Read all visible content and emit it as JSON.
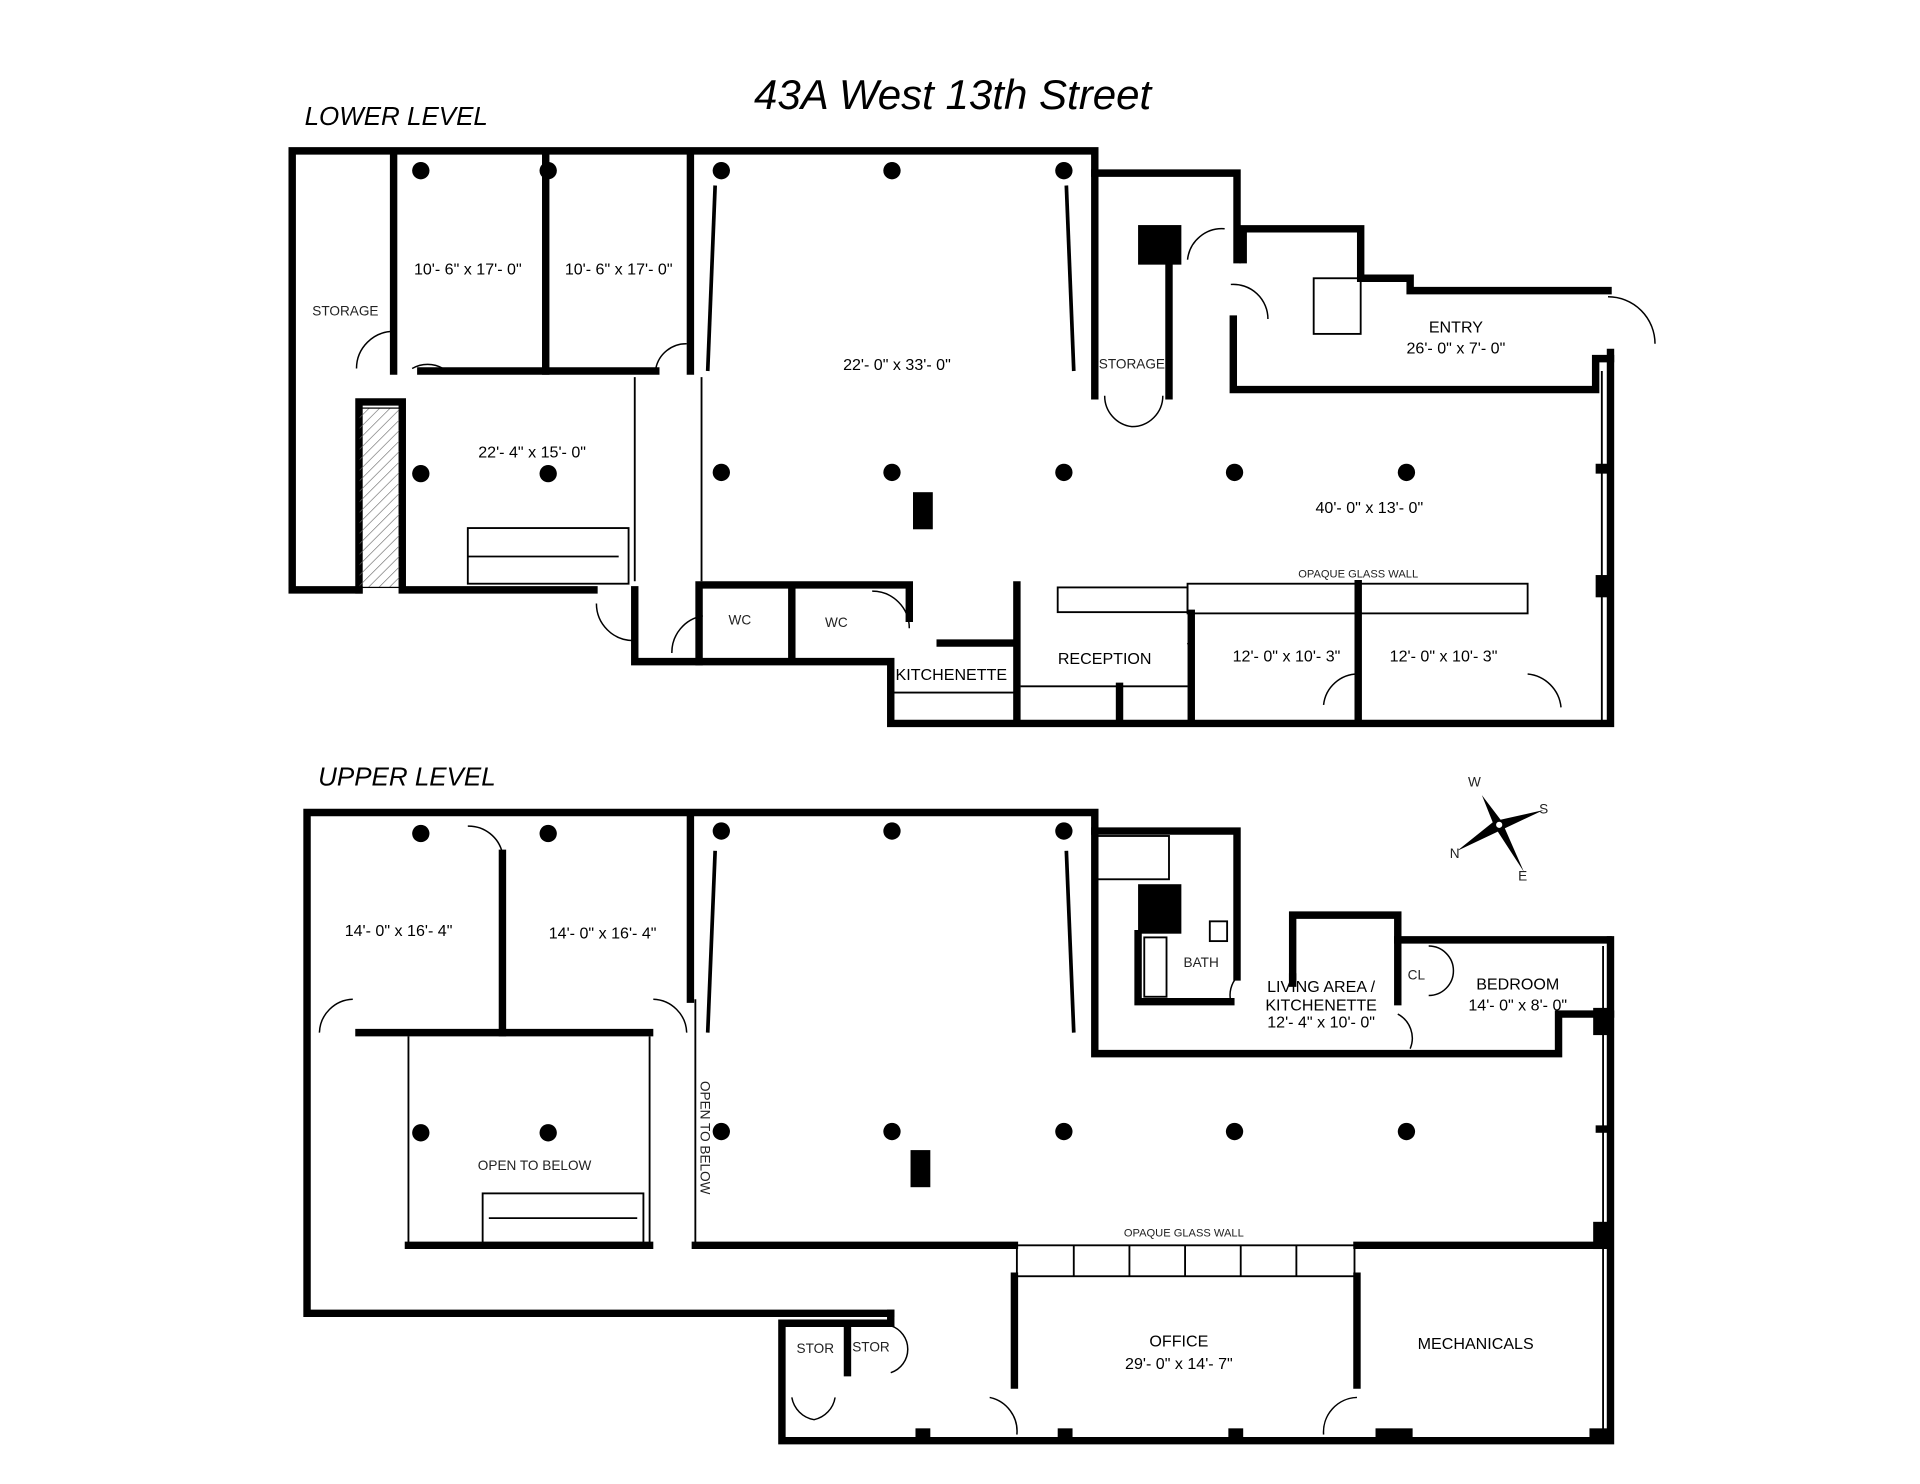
{
  "title": "43A West 13th Street",
  "lower_level": {
    "heading": "LOWER LEVEL",
    "rooms": [
      {
        "name": "STORAGE",
        "dims": ""
      },
      {
        "name": "",
        "dims": "10'- 6\" x 17'- 0\""
      },
      {
        "name": "",
        "dims": "10'- 6\" x 17'- 0\""
      },
      {
        "name": "",
        "dims": "22'- 0\" x 33'- 0\""
      },
      {
        "name": "STORAGE",
        "dims": ""
      },
      {
        "name": "ENTRY",
        "dims": "26'- 0\" x 7'- 0\""
      },
      {
        "name": "",
        "dims": "22'- 4\" x 15'- 0\""
      },
      {
        "name": "",
        "dims": "40'- 0\" x 13'- 0\""
      },
      {
        "name": "WC",
        "dims": ""
      },
      {
        "name": "WC",
        "dims": ""
      },
      {
        "name": "KITCHENETTE",
        "dims": ""
      },
      {
        "name": "RECEPTION",
        "dims": ""
      },
      {
        "name": "",
        "dims": "12'- 0\" x 10'- 3\""
      },
      {
        "name": "",
        "dims": "12'- 0\" x 10'- 3\""
      }
    ],
    "note": "OPAQUE GLASS WALL"
  },
  "upper_level": {
    "heading": "UPPER LEVEL",
    "rooms": [
      {
        "name": "",
        "dims": "14'- 0\" x 16'- 4\""
      },
      {
        "name": "",
        "dims": "14'- 0\" x 16'- 4\""
      },
      {
        "name": "BATH",
        "dims": ""
      },
      {
        "name": "LIVING AREA /",
        "name2": "KITCHENETTE",
        "dims": "12'- 4\" x 10'- 0\""
      },
      {
        "name": "CL",
        "dims": ""
      },
      {
        "name": "BEDROOM",
        "dims": "14'- 0\" x 8'- 0\""
      },
      {
        "name": "OPEN TO BELOW",
        "dims": ""
      },
      {
        "name": "OPEN TO BELOW",
        "dims": ""
      },
      {
        "name": "STOR",
        "dims": ""
      },
      {
        "name": "STOR",
        "dims": ""
      },
      {
        "name": "OFFICE",
        "dims": "29'- 0\" x 14'- 7\""
      },
      {
        "name": "MECHANICALS",
        "dims": ""
      }
    ],
    "note": "OPAQUE GLASS WALL"
  },
  "compass": {
    "n": "N",
    "s": "S",
    "e": "E",
    "w": "W"
  }
}
